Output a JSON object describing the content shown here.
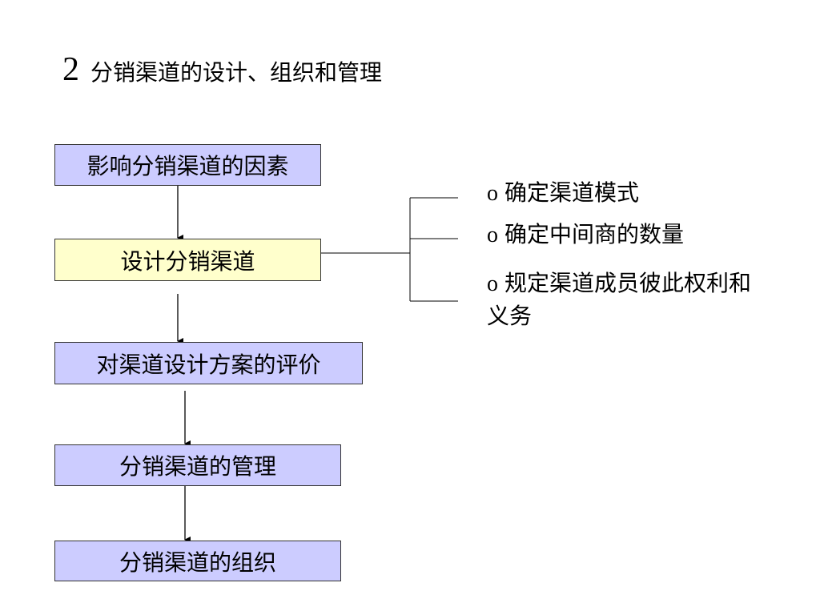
{
  "title": {
    "number": "2",
    "text": "分销渠道的设计、组织和管理"
  },
  "flow": {
    "factors": "影响分销渠道的因素",
    "design": "设计分销渠道",
    "evaluation": "对渠道设计方案的评价",
    "management": "分销渠道的管理",
    "organization": "分销渠道的组织"
  },
  "branches": [
    {
      "marker": "o",
      "text": "确定渠道模式"
    },
    {
      "marker": "o",
      "text": "确定中间商的数量"
    },
    {
      "marker": "o",
      "text": "规定渠道成员彼此权利和义务"
    }
  ],
  "colors": {
    "box_fill": "#ccccff",
    "highlight_fill": "#ffffcc",
    "border": "#333333"
  }
}
